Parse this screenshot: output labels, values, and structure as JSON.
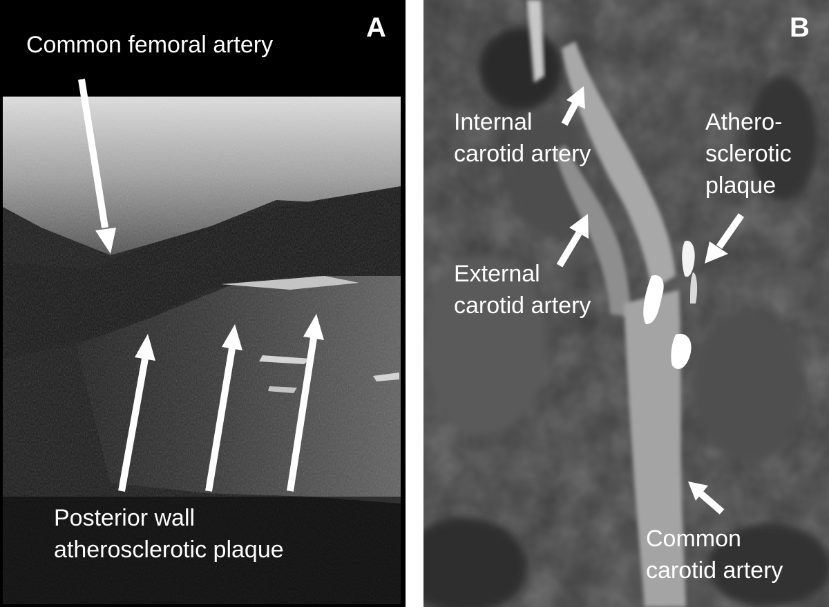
{
  "panel_a": {
    "letter": "A",
    "labels": {
      "femoral": "Common femoral artery",
      "plaque_line1": "Posterior wall",
      "plaque_line2": "atherosclerotic plaque"
    }
  },
  "panel_b": {
    "letter": "B",
    "labels": {
      "internal_line1": "Internal",
      "internal_line2": "carotid artery",
      "external_line1": "External",
      "external_line2": "carotid artery",
      "plaque_line1": "Athero-",
      "plaque_line2": "sclerotic",
      "plaque_line3": "plaque",
      "common_line1": "Common",
      "common_line2": "carotid artery"
    }
  },
  "colors": {
    "text": "#ffffff",
    "arrow": "#ffffff",
    "divider": "#ffffff"
  }
}
